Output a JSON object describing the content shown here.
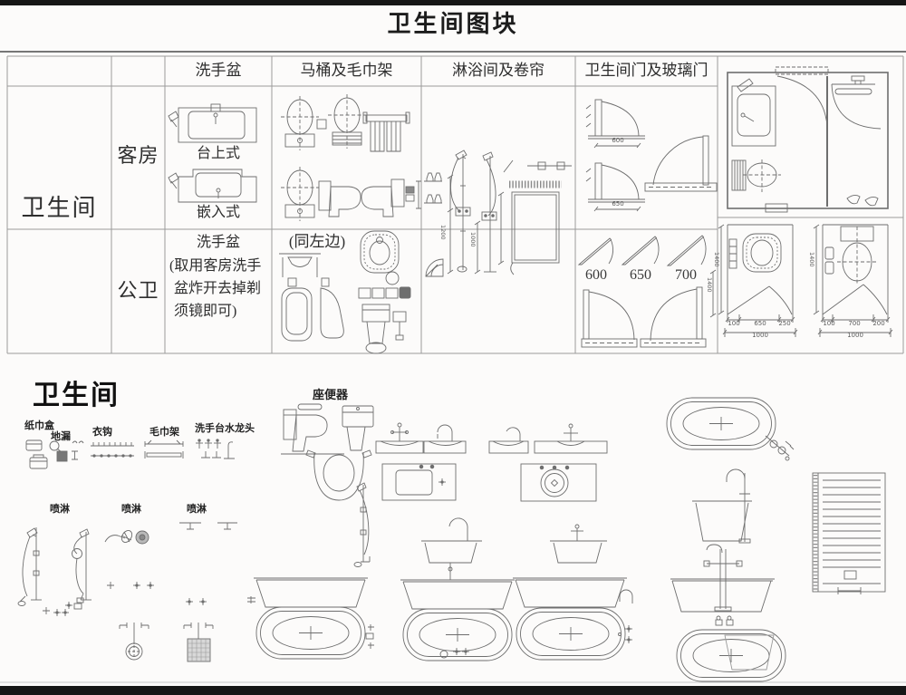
{
  "page": {
    "title": "卫生间图块"
  },
  "table": {
    "row_group": "卫生间",
    "row_guest": "客房",
    "row_public": "公卫",
    "header_sink": "洗手盆",
    "header_toilet_towel": "马桶及毛巾架",
    "header_shower_blind": "淋浴间及卷帘",
    "header_doors": "卫生间门及玻璃门",
    "sink_countertop": "台上式",
    "sink_embedded": "嵌入式",
    "public_sink_note1": "洗手盆",
    "public_sink_note2": "(取用客房洗手",
    "public_sink_note3": "盆炸开去掉剃",
    "public_sink_note4": "须镜即可)",
    "same_as_left": "(同左边)",
    "door_dim_1": "600",
    "door_dim_2": "650",
    "door_size_1": "600",
    "door_size_2": "650",
    "door_size_3": "700",
    "door_height": "1400",
    "shower_height_1": "1200",
    "shower_height_2": "1000"
  },
  "stalls": {
    "left": {
      "height": "1400",
      "w1": "100",
      "w2": "650",
      "w3": "250",
      "total": "1000"
    },
    "right": {
      "height": "1400",
      "w1": "100",
      "w2": "700",
      "w3": "200",
      "total": "1000"
    }
  },
  "legend": {
    "title": "卫生间",
    "tissue_box": "纸巾盒",
    "floor_drain": "地漏",
    "clothes_hook": "衣钩",
    "towel_rack": "毛巾架",
    "basin_faucet": "洗手台水龙头",
    "spray_1": "喷淋",
    "spray_2": "喷淋",
    "spray_3": "喷淋",
    "toilet": "座便器"
  }
}
